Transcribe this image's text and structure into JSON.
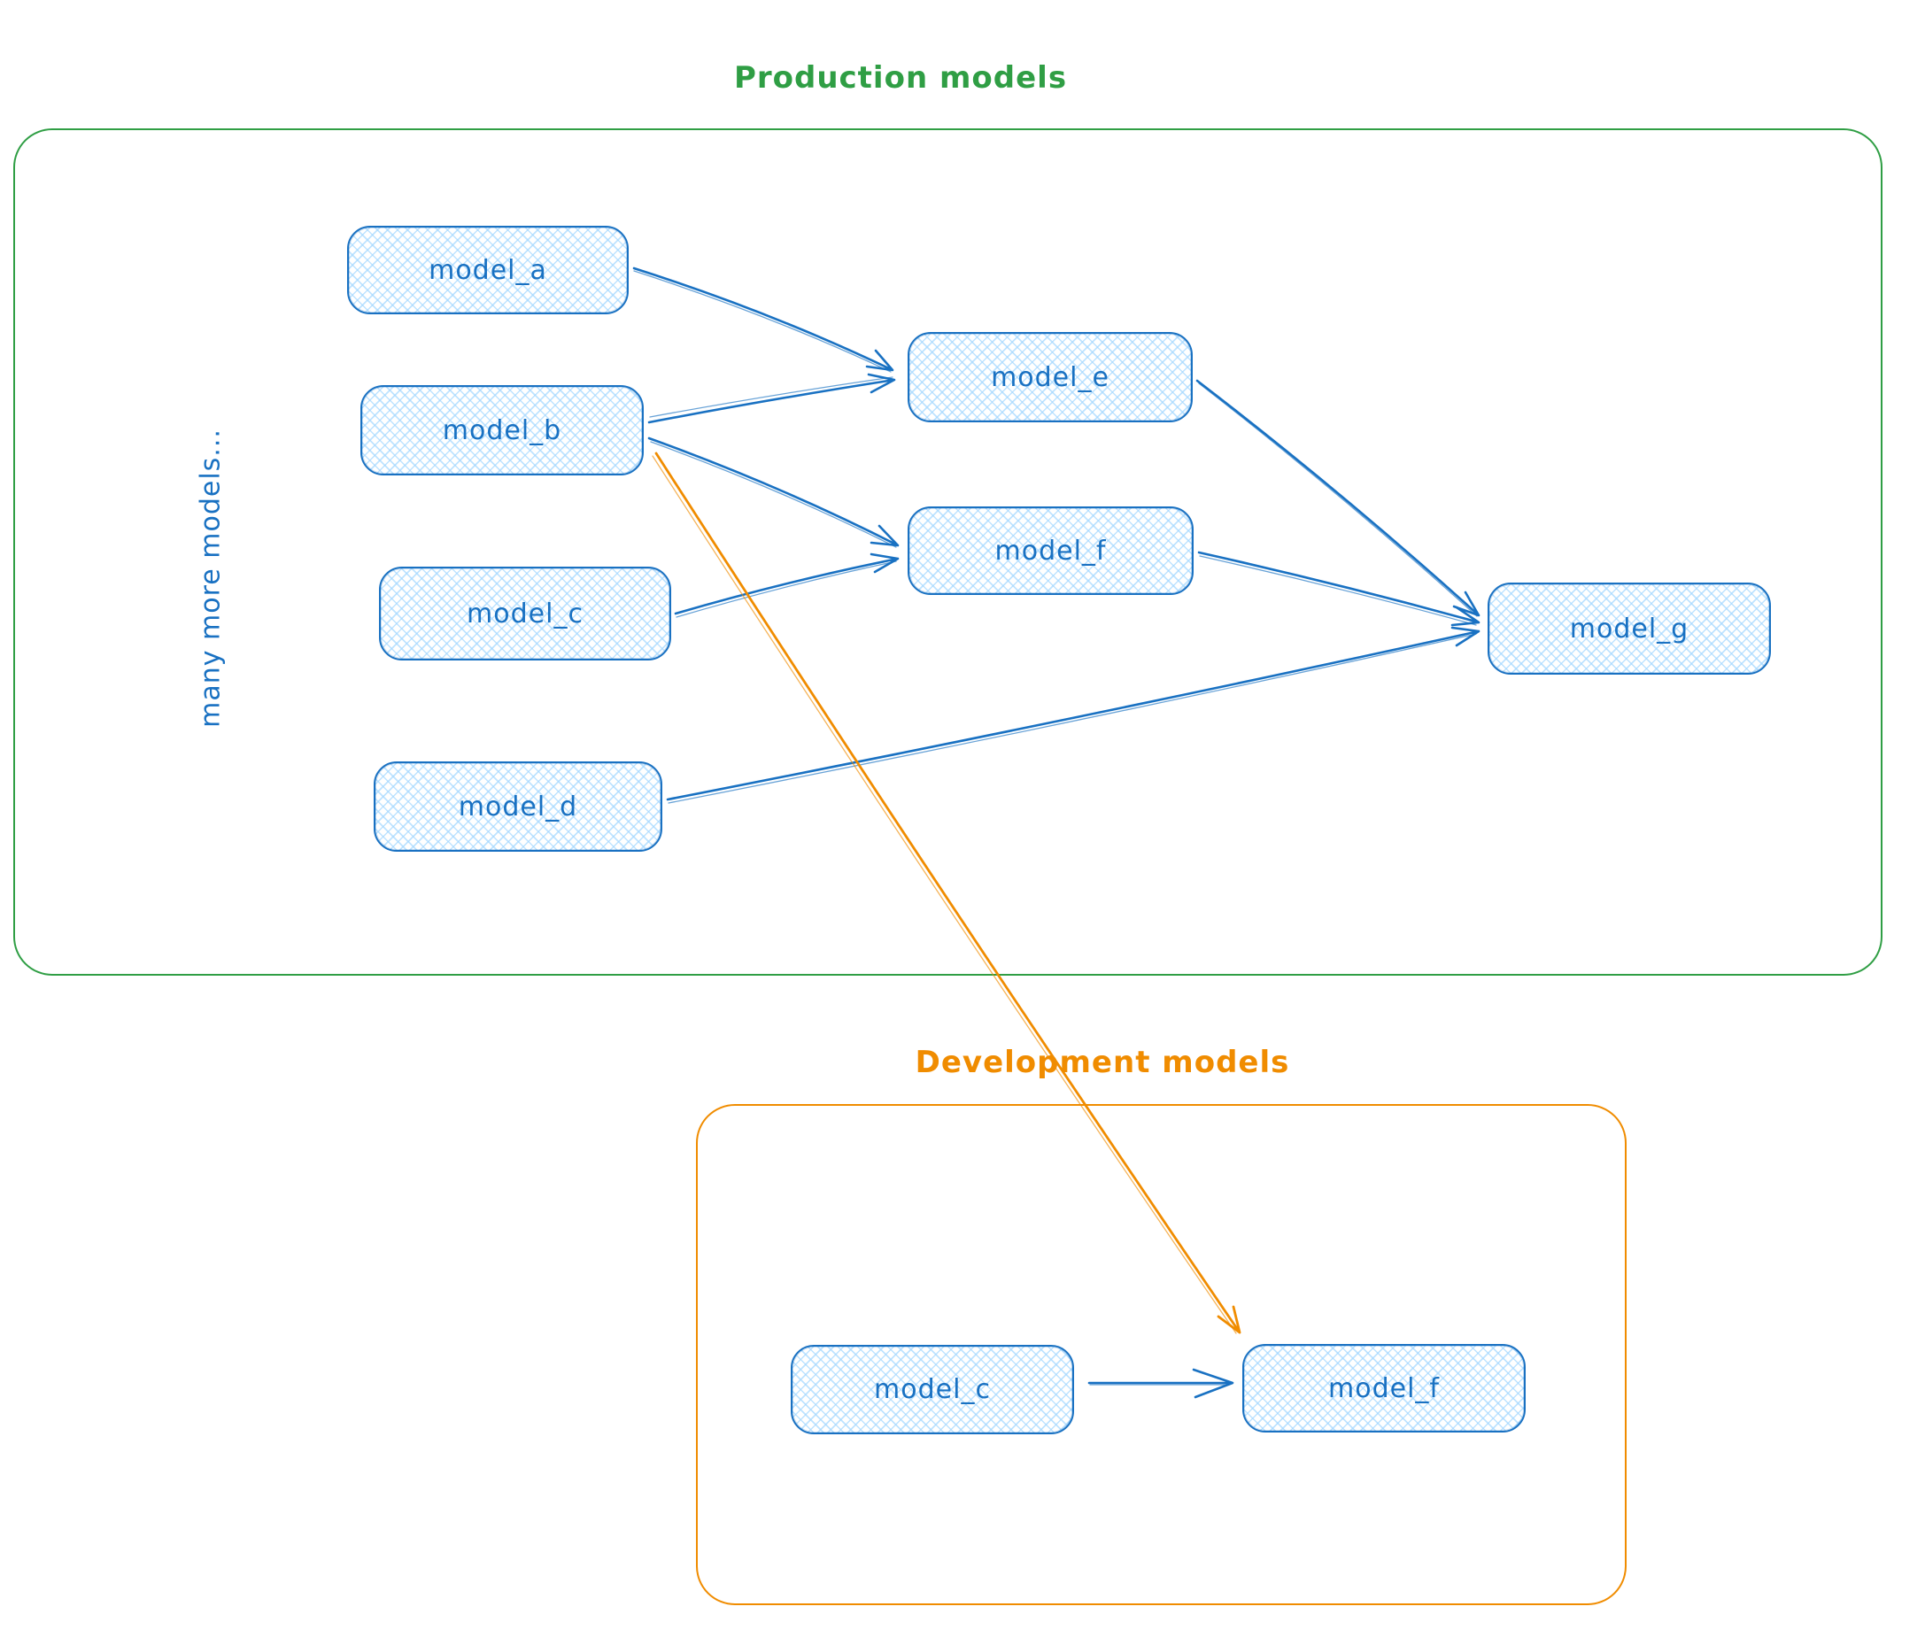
{
  "diagram": {
    "colors": {
      "node_stroke": "#1971c2",
      "node_fill_hatch": "#a5d8ff",
      "production_accent": "#2f9e44",
      "development_accent": "#f08c00"
    },
    "production": {
      "title": "Production models",
      "side_note": "many more models...",
      "nodes": {
        "a": "model_a",
        "b": "model_b",
        "c": "model_c",
        "d": "model_d",
        "e": "model_e",
        "f": "model_f",
        "g": "model_g"
      }
    },
    "development": {
      "title": "Development models",
      "nodes": {
        "c": "model_c",
        "f": "model_f"
      }
    },
    "edges": [
      {
        "from": "production/model_a",
        "to": "production/model_e",
        "color": "#1971c2"
      },
      {
        "from": "production/model_b",
        "to": "production/model_e",
        "color": "#1971c2"
      },
      {
        "from": "production/model_b",
        "to": "production/model_f",
        "color": "#1971c2"
      },
      {
        "from": "production/model_c",
        "to": "production/model_f",
        "color": "#1971c2"
      },
      {
        "from": "production/model_e",
        "to": "production/model_g",
        "color": "#1971c2"
      },
      {
        "from": "production/model_f",
        "to": "production/model_g",
        "color": "#1971c2"
      },
      {
        "from": "production/model_d",
        "to": "production/model_g",
        "color": "#1971c2"
      },
      {
        "from": "production/model_b",
        "to": "development/model_f",
        "color": "#f08c00"
      },
      {
        "from": "development/model_c",
        "to": "development/model_f",
        "color": "#1971c2"
      }
    ]
  }
}
